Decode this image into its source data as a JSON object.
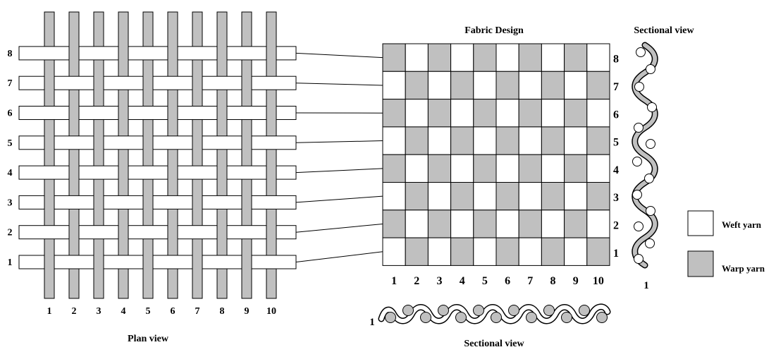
{
  "plan_view": {
    "caption": "Plan view",
    "row_labels": [
      "1",
      "2",
      "3",
      "4",
      "5",
      "6",
      "7",
      "8"
    ],
    "col_labels": [
      "1",
      "2",
      "3",
      "4",
      "5",
      "6",
      "7",
      "8",
      "9",
      "10"
    ]
  },
  "fabric_design": {
    "title": "Fabric Design",
    "row_labels": [
      "1",
      "2",
      "3",
      "4",
      "5",
      "6",
      "7",
      "8"
    ],
    "col_labels": [
      "1",
      "2",
      "3",
      "4",
      "5",
      "6",
      "7",
      "8",
      "9",
      "10"
    ],
    "pattern": "plain-weave",
    "colors": {
      "warp": "#c0c0c0",
      "weft": "#ffffff",
      "line": "#000000"
    }
  },
  "sectional_view_right": {
    "title": "Sectional view",
    "label": "1"
  },
  "sectional_view_bottom": {
    "title": "Sectional view",
    "label": "1"
  },
  "legend": {
    "items": [
      {
        "label": "Weft yarn",
        "color": "#ffffff"
      },
      {
        "label": "Warp yarn",
        "color": "#c0c0c0"
      }
    ]
  }
}
